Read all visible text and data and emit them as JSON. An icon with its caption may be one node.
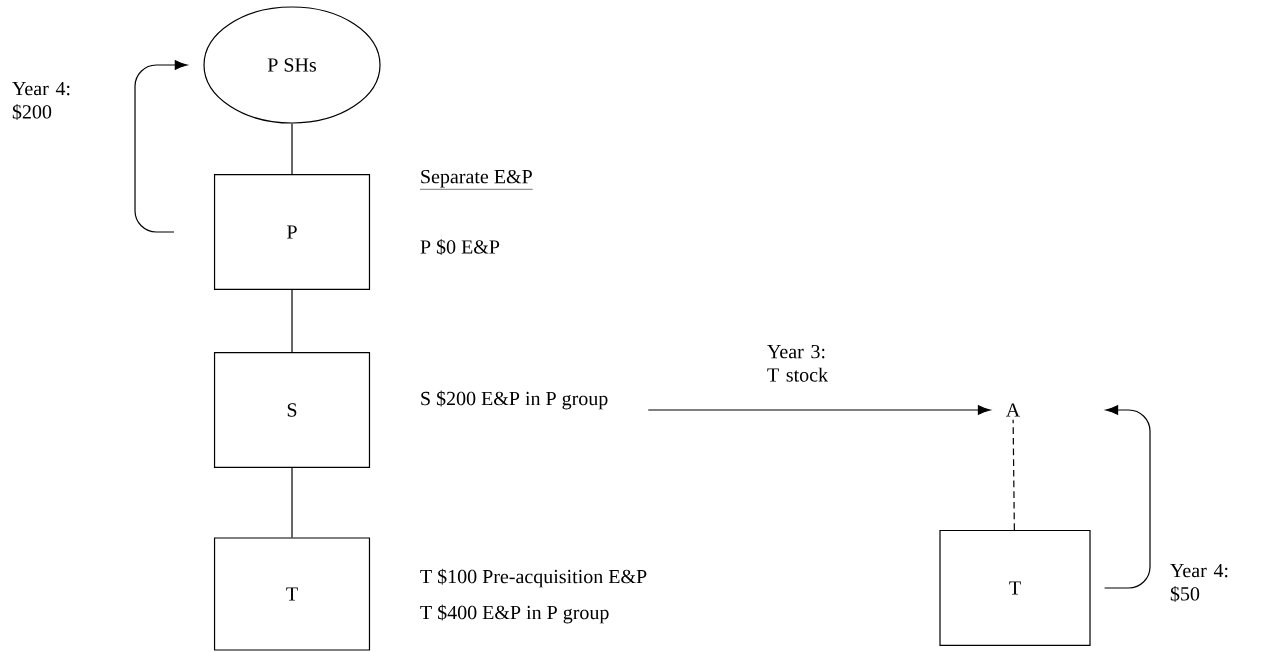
{
  "diagram": {
    "nodes": [
      {
        "text": [
          "P SHs"
        ]
      },
      {
        "text": [
          "P"
        ],
        "beside": [
          "P $0 E&P"
        ]
      },
      {
        "text": [
          "S"
        ],
        "beside": [
          "S $200 E&P in P group"
        ]
      },
      {
        "text": [
          "T"
        ],
        "beside": [
          "T $100 Pre-acquisition E&P",
          "T $400 E&P in P group"
        ]
      },
      {
        "text": [
          "A"
        ]
      },
      {
        "text": [
          "T"
        ]
      }
    ],
    "edges": [
      {
        "from": 0,
        "to": 1,
        "arrow": "none"
      },
      {
        "from": 1,
        "to": 2,
        "arrow": "none"
      },
      {
        "from": 2,
        "to": 3,
        "arrow": "none"
      },
      {
        "from": 1,
        "to": 0,
        "arrow": "to",
        "label": "Year 4: $200"
      },
      {
        "from": 2,
        "to": 4,
        "arrow": "to",
        "label": "Year 3: T stock"
      },
      {
        "from": 5,
        "to": 4,
        "arrow": "none",
        "style": "dashed"
      },
      {
        "from": 5,
        "to": 4,
        "arrow": "to",
        "label": "Year 4: $50"
      }
    ],
    "labels": [
      "Separate E&P"
    ]
  }
}
